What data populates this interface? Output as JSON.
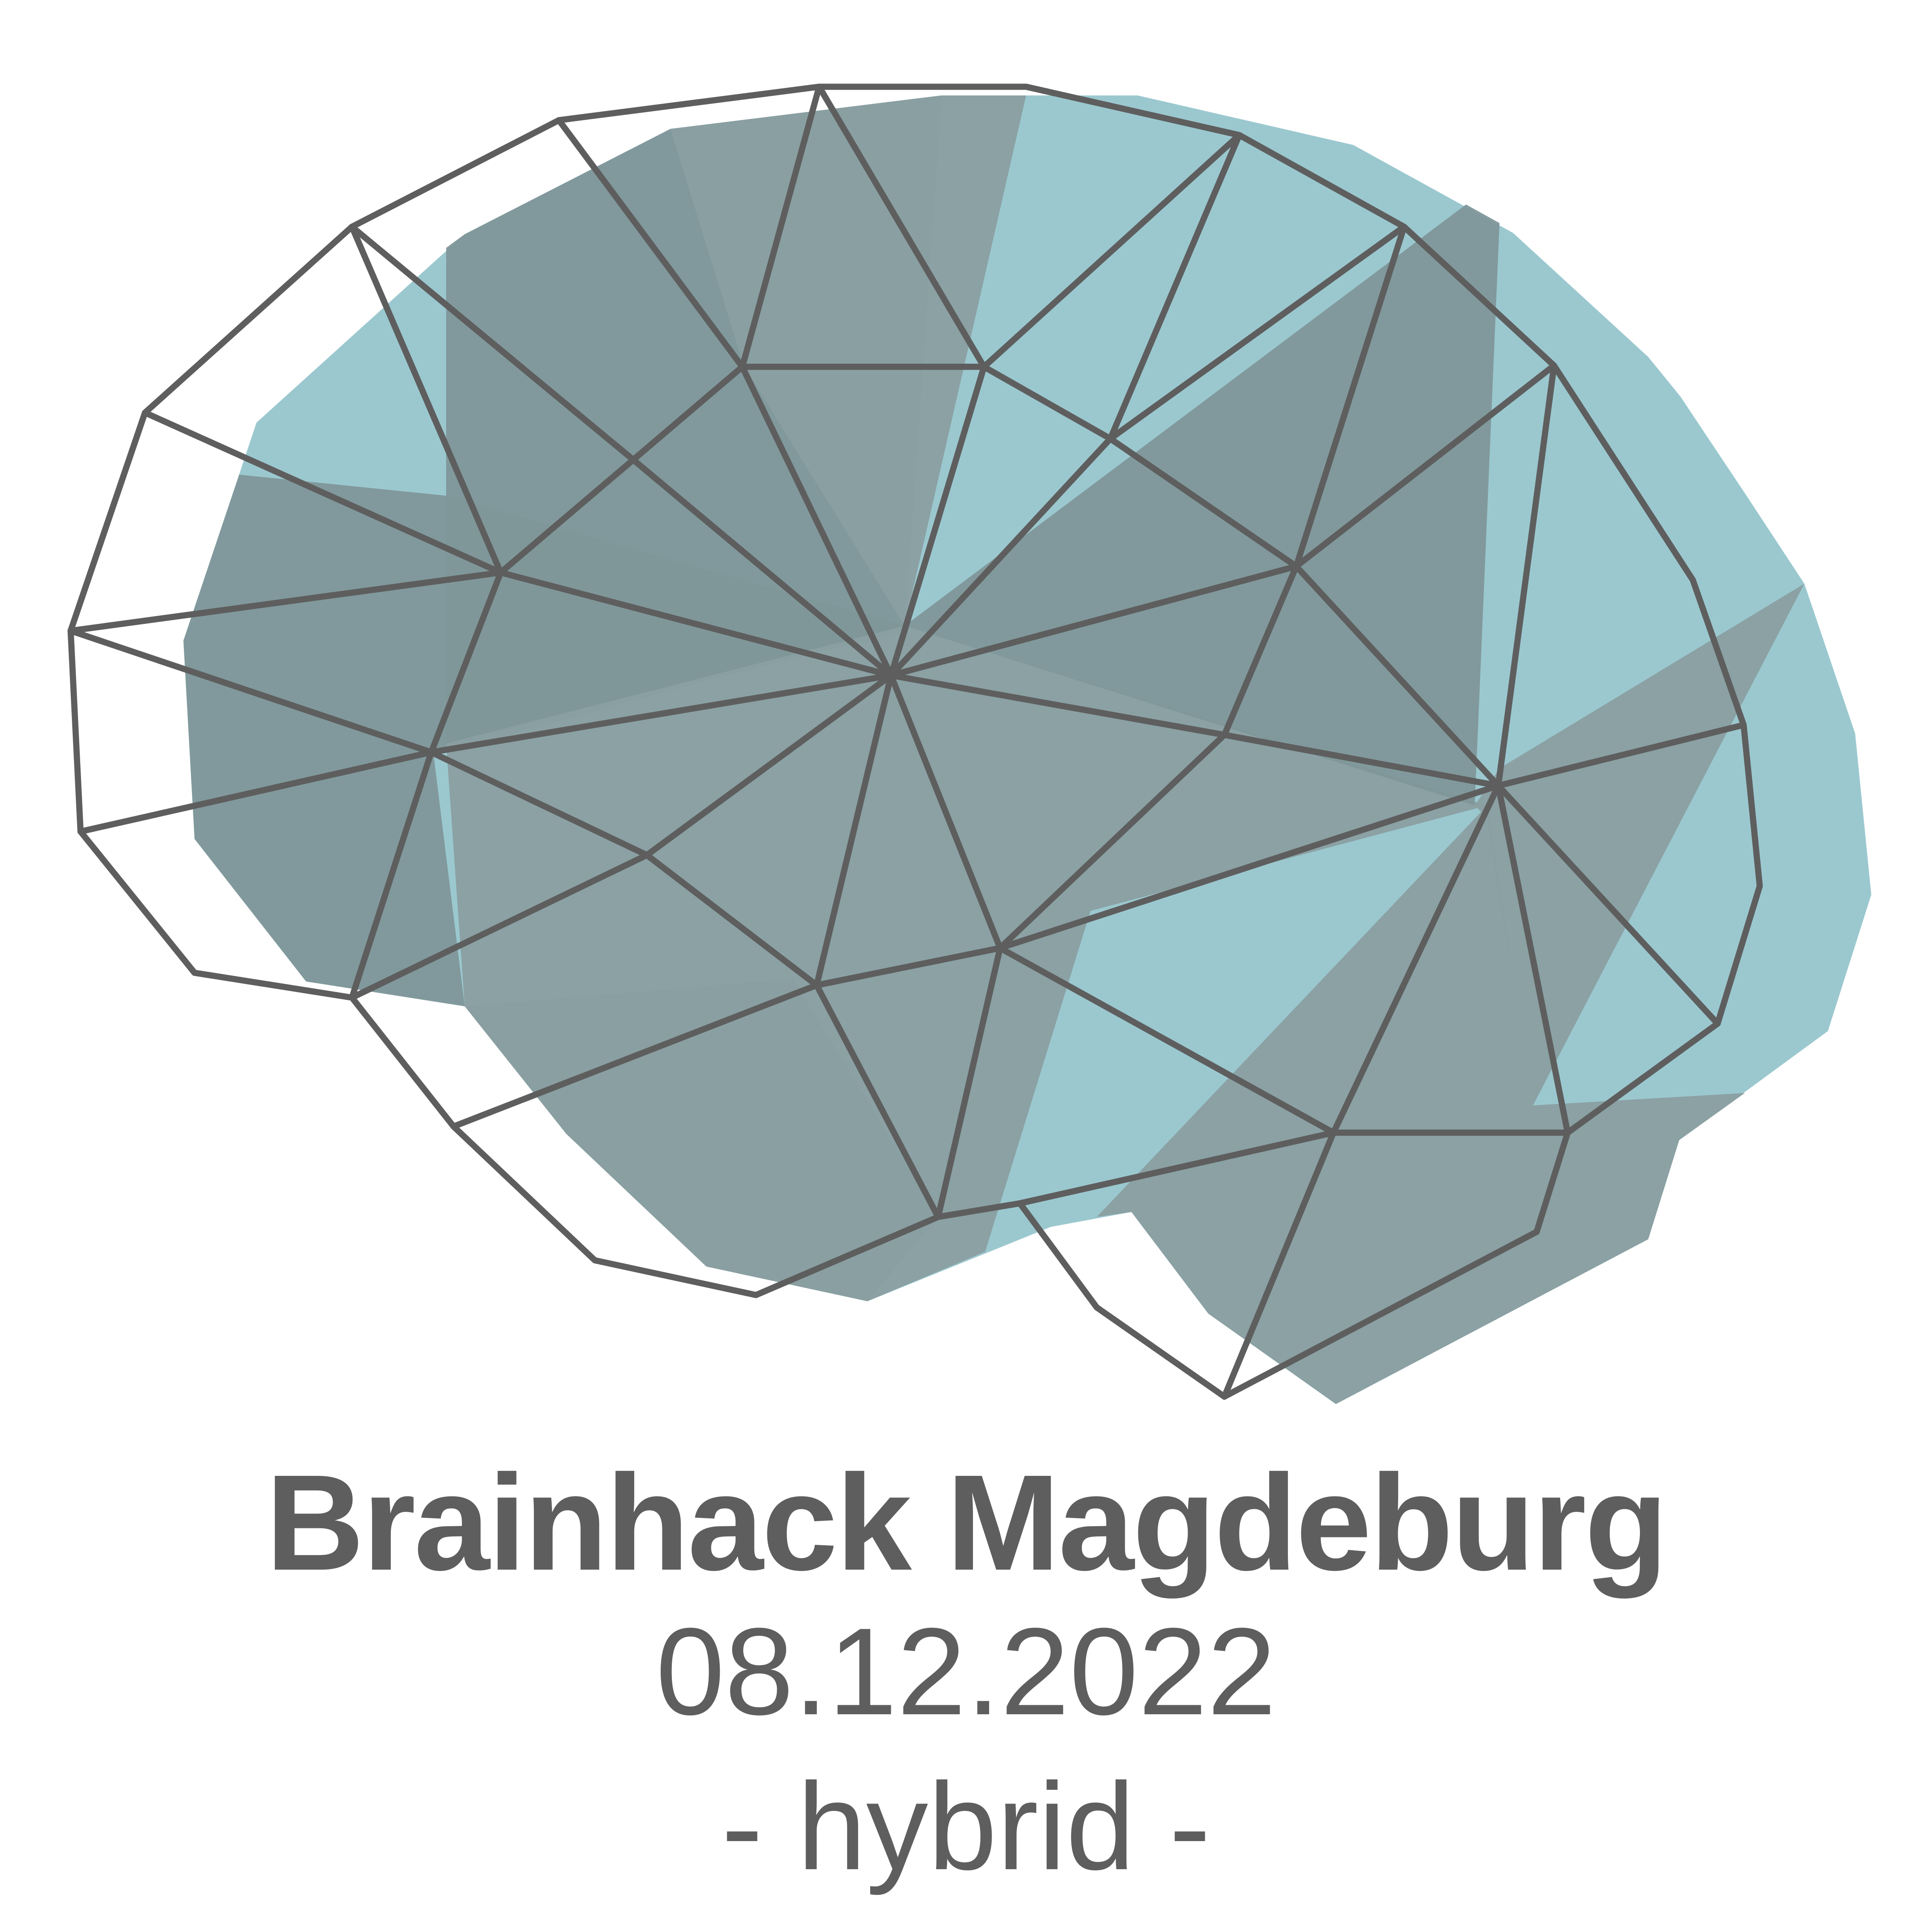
{
  "logo": {
    "icon": "geometric-brain-icon",
    "colors": {
      "teal_light": "#9bc8cf",
      "teal_mid": "#8a9fa1",
      "teal_dark": "#7f9799",
      "outline": "#5e5e5e",
      "background": "#ffffff"
    }
  },
  "event": {
    "title": "Brainhack Magdeburg",
    "date": "08.12.2022",
    "format": "- hybrid -"
  }
}
